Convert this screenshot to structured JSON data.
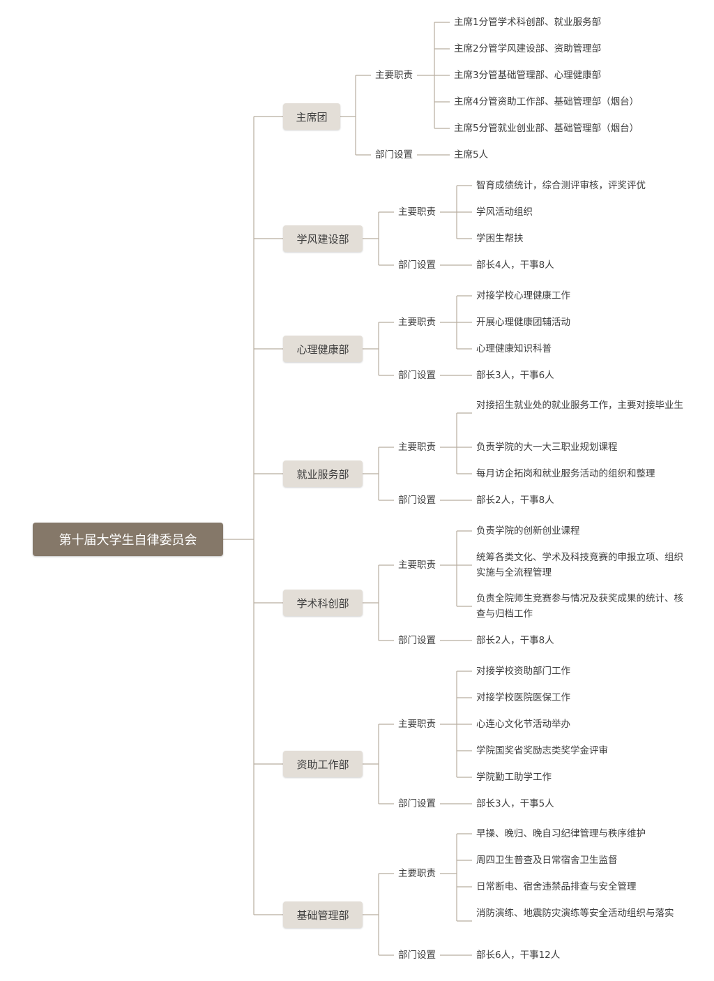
{
  "root": {
    "label": "第十届大学生自律委员会"
  },
  "depts": [
    {
      "name": "主席团",
      "duties_label": "主要职责",
      "duties": [
        "主席1分管学术科创部、就业服务部",
        "主席2分管学风建设部、资助管理部",
        "主席3分管基础管理部、心理健康部",
        "主席4分管资助工作部、基础管理部（烟台）",
        "主席5分管就业创业部、基础管理部（烟台）"
      ],
      "setup_label": "部门设置",
      "setup": "主席5人"
    },
    {
      "name": "学风建设部",
      "duties_label": "主要职责",
      "duties": [
        "智育成绩统计，综合测评审核，评奖评优",
        "学风活动组织",
        "学困生帮扶"
      ],
      "setup_label": "部门设置",
      "setup": "部长4人，干事8人"
    },
    {
      "name": "心理健康部",
      "duties_label": "主要职责",
      "duties": [
        "对接学校心理健康工作",
        "开展心理健康团辅活动",
        "心理健康知识科普"
      ],
      "setup_label": "部门设置",
      "setup": "部长3人，干事6人"
    },
    {
      "name": "就业服务部",
      "duties_label": "主要职责",
      "duties": [
        "对接招生就业处的就业服务工作，主要对接毕业生",
        "负责学院的大一大三职业规划课程",
        "每月访企拓岗和就业服务活动的组织和整理"
      ],
      "setup_label": "部门设置",
      "setup": "部长2人，干事8人"
    },
    {
      "name": "学术科创部",
      "duties_label": "主要职责",
      "duties": [
        "负责学院的创新创业课程",
        "统筹各类文化、学术及科技竞赛的申报立项、组织实施与全流程管理",
        "负责全院师生竞赛参与情况及获奖成果的统计、核查与归档工作"
      ],
      "setup_label": "部门设置",
      "setup": "部长2人，干事8人"
    },
    {
      "name": "资助工作部",
      "duties_label": "主要职责",
      "duties": [
        "对接学校资助部门工作",
        "对接学校医院医保工作",
        "心连心文化节活动举办",
        "学院国奖省奖励志类奖学金评审",
        "学院勤工助学工作"
      ],
      "setup_label": "部门设置",
      "setup": "部长3人，干事5人"
    },
    {
      "name": "基础管理部",
      "duties_label": "主要职责",
      "duties": [
        "早操、晚归、晚自习纪律管理与秩序维护",
        "周四卫生普查及日常宿舍卫生监督",
        "日常断电、宿舍违禁品排查与安全管理",
        "消防演练、地震防灾演练等安全活动组织与落实"
      ],
      "setup_label": "部门设置",
      "setup": "部长6人，干事12人"
    }
  ]
}
